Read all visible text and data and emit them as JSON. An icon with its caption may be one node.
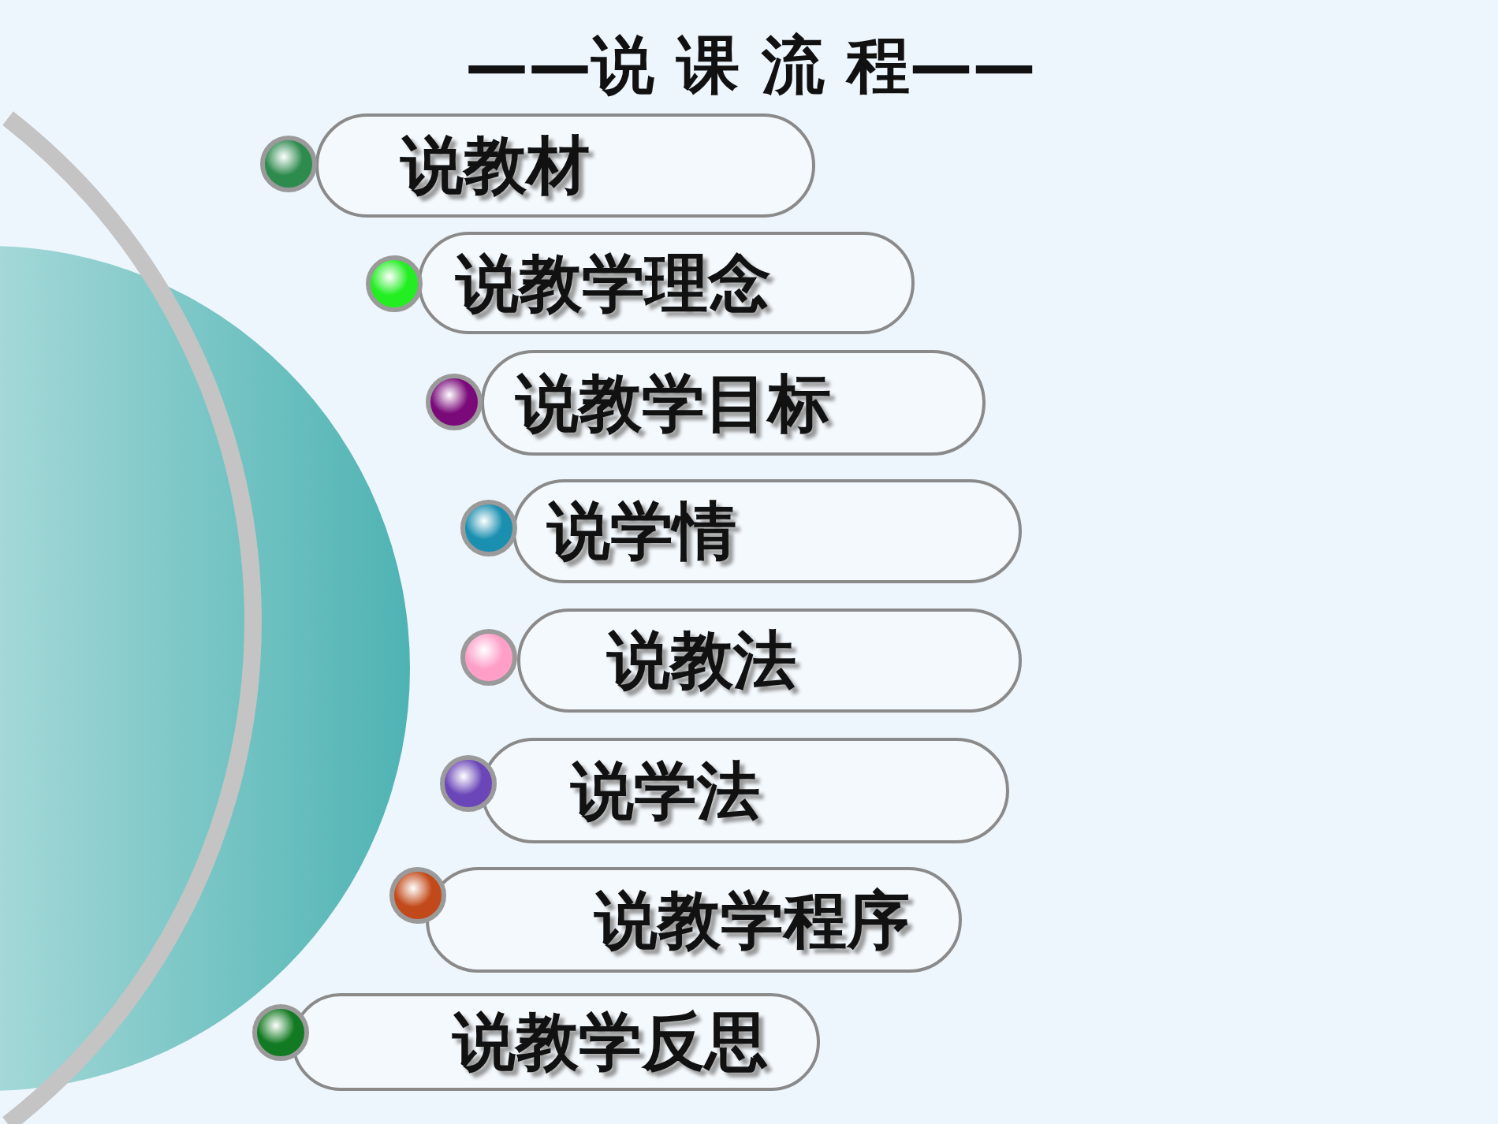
{
  "diagram": {
    "title": "——说 课 流 程——",
    "nodes": [
      {
        "text": [
          "说教材"
        ]
      },
      {
        "text": [
          "说教学理念"
        ]
      },
      {
        "text": [
          "说教学目标"
        ]
      },
      {
        "text": [
          "说学情"
        ]
      },
      {
        "text": [
          "说教法"
        ]
      },
      {
        "text": [
          "说学法"
        ]
      },
      {
        "text": [
          "说教学程序"
        ]
      },
      {
        "text": [
          "说教学反思"
        ]
      }
    ]
  }
}
